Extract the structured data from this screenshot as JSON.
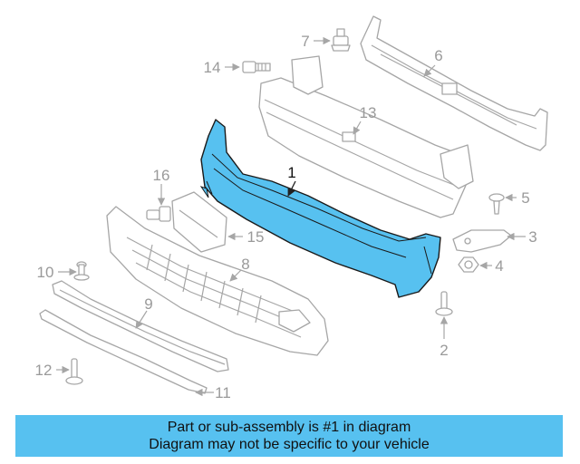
{
  "callouts": [
    "1",
    "2",
    "3",
    "4",
    "5",
    "6",
    "7",
    "8",
    "9",
    "10",
    "11",
    "12",
    "13",
    "14",
    "15",
    "16"
  ],
  "highlight_color": "#57c1f0",
  "banner": {
    "line1": "Part or sub-assembly is #1 in diagram",
    "line2": "Diagram may not be specific to your vehicle"
  }
}
